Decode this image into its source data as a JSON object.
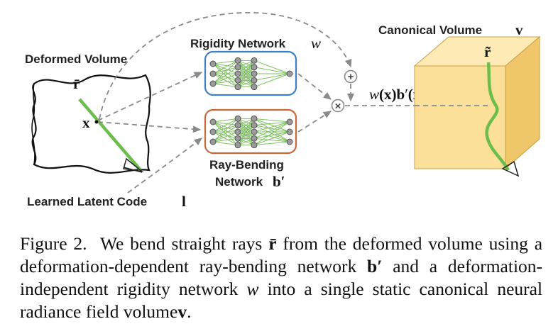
{
  "diagram": {
    "deformed_volume_label": "Deformed Volume",
    "ray_deformed_symbol": "r̄",
    "point_symbol": "x",
    "latent_code_label": "Learned Latent Code",
    "latent_code_symbol": "l",
    "rigidity_label": "Rigidity Network",
    "rigidity_symbol": "w",
    "raybend_label_line1": "Ray-Bending",
    "raybend_label_line2": "Network",
    "raybend_symbol": "b′",
    "canonical_label": "Canonical Volume",
    "canonical_symbol": "v",
    "ray_canonical_symbol": "r̃",
    "formula": {
      "w": "w",
      "x1": "(x)",
      "b": "b",
      "prime": "′",
      "args": "(x, l)",
      "plus": "+",
      "x2": "x"
    },
    "plus_op": "+",
    "times_op": "×",
    "colors": {
      "rigidity_box": "#3f7fc6",
      "raybend_box": "#c9693a",
      "ray": "#6cbd4c",
      "cube_face": "#fbe09a",
      "cube_top": "#fdeab5",
      "cube_side": "#efc76a",
      "connector": "#7ec160"
    }
  },
  "caption": {
    "label": "Figure 2.",
    "t1": "We bend straight rays",
    "r": "r̄",
    "t2": "from the deformed volume using a deformation-dependent ray-bending network",
    "b": "b′",
    "t3": "and a deformation-independent rigidity network",
    "w": "w",
    "t4": "into a single static canonical neural radiance field volume",
    "v": "v",
    "t5": "."
  }
}
